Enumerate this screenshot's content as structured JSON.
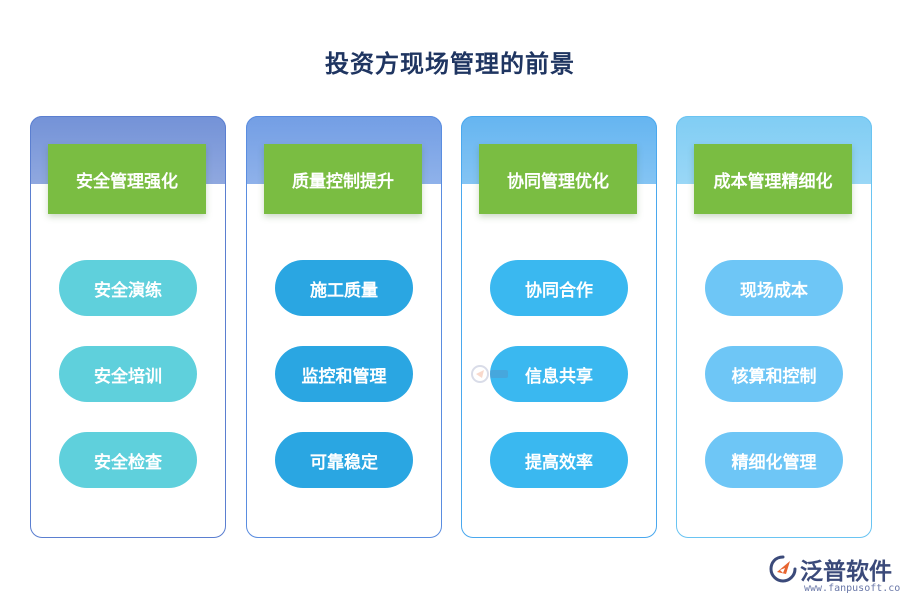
{
  "title": "投资方现场管理的前景",
  "colors": {
    "header_green": "#7abd42",
    "card_border_1": "#5b7fd0",
    "card_border_2": "#5a8de0",
    "card_border_3": "#4aa8ee",
    "card_border_4": "#6ac4f2"
  },
  "columns": [
    {
      "header": "安全管理强化",
      "items": [
        "安全演练",
        "安全培训",
        "安全检查"
      ],
      "pill_color": "#5fd0dc",
      "border_color": "#5b7fd0"
    },
    {
      "header": "质量控制提升",
      "items": [
        "施工质量",
        "监控和管理",
        "可靠稳定"
      ],
      "pill_color": "#2aa6e2",
      "border_color": "#5a8de0"
    },
    {
      "header": "协同管理优化",
      "items": [
        "协同合作",
        "信息共享",
        "提高效率"
      ],
      "pill_color": "#3ab8f0",
      "border_color": "#4aa8ee"
    },
    {
      "header": "成本管理精细化",
      "items": [
        "现场成本",
        "核算和控制",
        "精细化管理"
      ],
      "pill_color": "#6ec6f6",
      "border_color": "#6ac4f2"
    }
  ],
  "brand": {
    "name": "泛普软件",
    "url": "www.fanpusoft.com",
    "logo_icon": "fanpu-logo-icon"
  }
}
